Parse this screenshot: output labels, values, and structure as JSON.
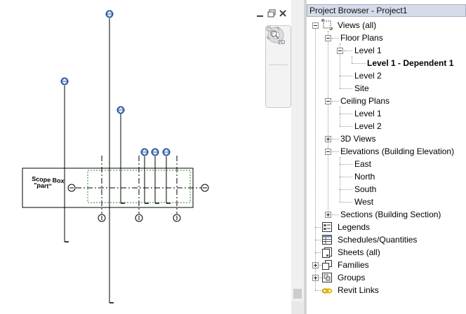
{
  "project_browser": {
    "title": "Project Browser - Project1",
    "tree": {
      "views_all": "Views (all)",
      "floor_plans": "Floor Plans",
      "level1": "Level 1",
      "level1_dep": "Level 1 - Dependent 1",
      "level2": "Level 2",
      "site": "Site",
      "ceiling_plans": "Ceiling Plans",
      "cp_level1": "Level 1",
      "cp_level2": "Level 2",
      "views_3d": "3D Views",
      "elevations": "Elevations (Building Elevation)",
      "east": "East",
      "north": "North",
      "south": "South",
      "west": "West",
      "sections": "Sections (Building Section)",
      "legends": "Legends",
      "schedules": "Schedules/Quantities",
      "sheets": "Sheets (all)",
      "families": "Families",
      "groups": "Groups",
      "revit_links": "Revit Links"
    }
  },
  "canvas": {
    "scope_box_label_1": "Scope Box",
    "scope_box_label_2": "\"part\"",
    "navbar_2d_label": "2D"
  },
  "colors": {
    "level_marker": "#1f4f9a",
    "scope_dash": "#2c8a2c",
    "title_bar": "#d6dbe9"
  }
}
